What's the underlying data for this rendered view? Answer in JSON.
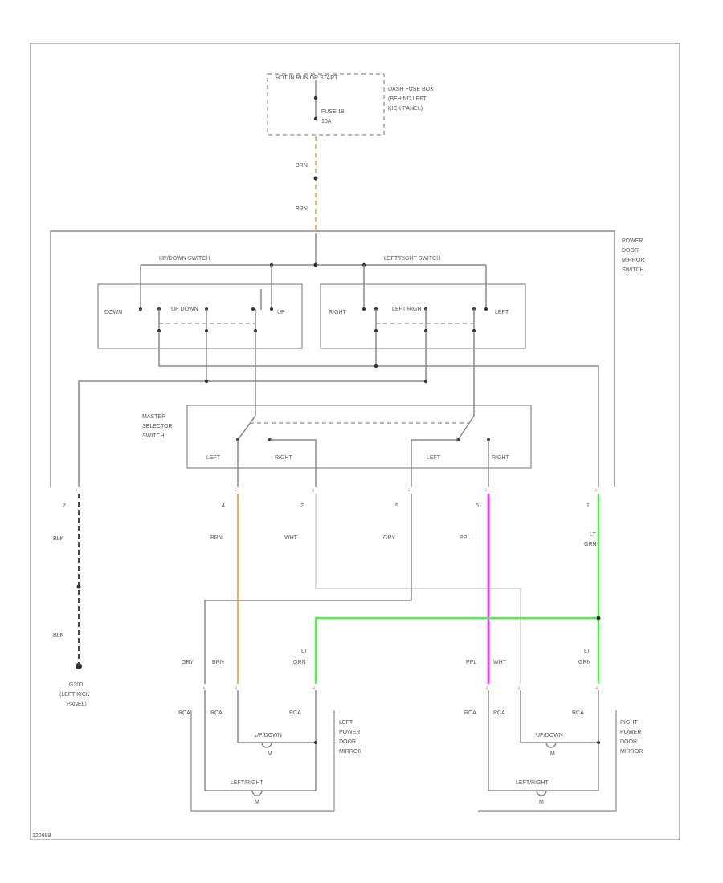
{
  "power": {
    "source": "HOT IN RUN OR START",
    "fuse": "FUSE 18",
    "fuse_rating": "10A",
    "fuse_box": [
      "DASH FUSE BOX",
      "(BEHIND LEFT",
      "KICK PANEL)"
    ]
  },
  "switch": {
    "name": [
      "POWER",
      "DOOR",
      "MIRROR",
      "SWITCH"
    ],
    "updown_title": "UP/DOWN SWITCH",
    "leftright_title": "LEFT/RIGHT SWITCH",
    "down": "DOWN",
    "up": "UP",
    "right": "RIGHT",
    "left": "LEFT",
    "updown_inner": "UP   DOWN",
    "leftright_inner": "LEFT  RIGHT",
    "selector": [
      "MASTER",
      "SELECTOR",
      "SWITCH"
    ],
    "sel_left_1": "LEFT",
    "sel_right_1": "RIGHT",
    "sel_left_2": "LEFT",
    "sel_right_2": "RIGHT"
  },
  "wires": {
    "brn_top_1": "BRN",
    "brn_top_2": "BRN",
    "pins": [
      "7",
      "4",
      "2",
      "5",
      "6",
      "1"
    ],
    "blk_1": "BLK",
    "blk_2": "BLK",
    "brn": "BRN",
    "wht": "WHT",
    "gry": "GRY",
    "ppl": "PPL",
    "lt_grn": [
      "LT",
      "GRN"
    ],
    "lower_left": [
      "GRY",
      "BRN",
      "LT GRN"
    ],
    "lower_right": [
      "PPL",
      "WHT",
      "LT GRN"
    ]
  },
  "ground": [
    "G200",
    "(LEFT KICK",
    "PANEL)"
  ],
  "mirrors": {
    "left_name": [
      "LEFT",
      "POWER",
      "DOOR",
      "MIRROR"
    ],
    "right_name": [
      "RIGHT",
      "POWER",
      "DOOR",
      "MIRROR"
    ],
    "connector_labels": [
      "RCA",
      "RCA",
      "RCA"
    ],
    "updown_motor": "UP/DOWN",
    "leftright_motor": "LEFT/RIGHT",
    "motor_symbol": "M"
  },
  "footer": "120999",
  "colors": {
    "wire_gray": "#8a8a8a",
    "brn": "#e8b060",
    "ppl": "#ff33ff",
    "lt_grn": "#55ee55",
    "wht": "#d8d8d8"
  }
}
